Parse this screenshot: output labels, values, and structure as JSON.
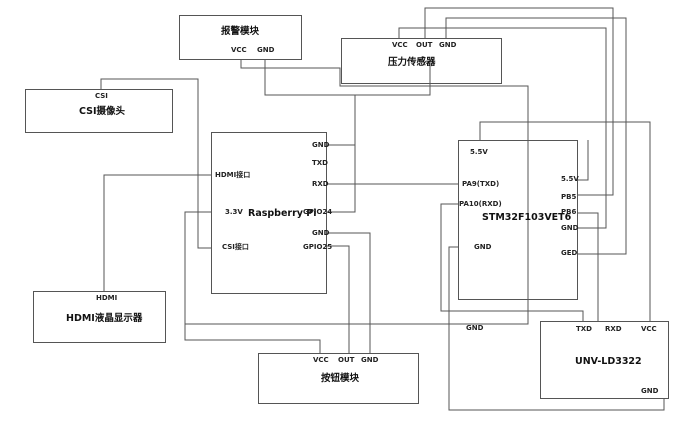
{
  "alarm_module": {
    "title": "报警模块",
    "vcc": "VCC",
    "gnd": "GND"
  },
  "pressure_sensor": {
    "title": "压力传感器",
    "vcc": "VCC",
    "out": "OUT",
    "gnd": "GND"
  },
  "csi_camera": {
    "title": "CSI摄像头",
    "csi": "CSI"
  },
  "raspberry_pi": {
    "title": "Raspberry Pi",
    "gnd_top": "GND",
    "txd": "TXD",
    "rxd": "RXD",
    "hdmi_port": "HDMI接口",
    "v33": "3.3V",
    "gpio24": "GPIO24",
    "gnd_mid": "GND",
    "csi_port": "CSI接口",
    "gpio25": "GPIO25"
  },
  "stm32": {
    "title": "STM32F103VET6",
    "v55_left": "5.5V",
    "pa9": "PA9(TXD)",
    "pa10": "PA10(RXD)",
    "gnd_left": "GND",
    "v55_right": "5.5V",
    "pb5": "PB5",
    "pb6": "PB6",
    "gnd_right": "GND",
    "ged": "GED"
  },
  "hdmi_display": {
    "title": "HDMI液晶显示器",
    "hdmi": "HDMI"
  },
  "button_module": {
    "title": "按钮模块",
    "vcc": "VCC",
    "out": "OUT",
    "gnd": "GND"
  },
  "uart_gnd": "GND",
  "voice_module": {
    "title": "UNV-LD3322",
    "txd": "TXD",
    "rxd": "RXD",
    "vcc": "VCC",
    "gnd": "GND"
  }
}
